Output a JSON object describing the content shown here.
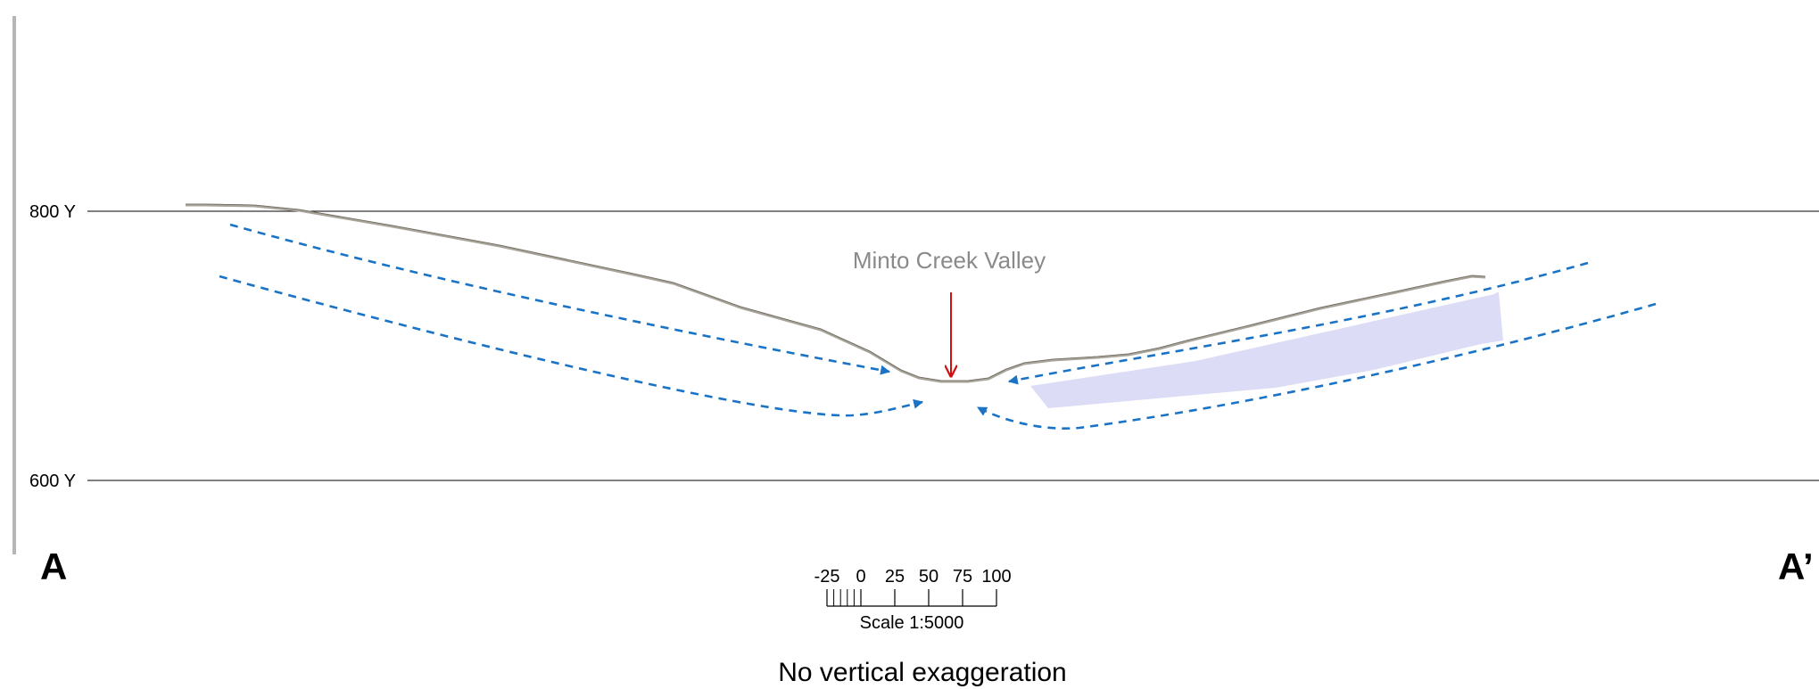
{
  "cross_section": {
    "elevation_lines": [
      {
        "label": "800 Y",
        "elevation": 800
      },
      {
        "label": "600 Y",
        "elevation": 600
      }
    ],
    "feature_label": "Minto Creek Valley",
    "section_start": "A",
    "section_end": "A’",
    "vertical_exaggeration_note": "No vertical exaggeration"
  },
  "scale_bar": {
    "tick_labels": [
      "-25",
      "0",
      "25",
      "50",
      "75",
      "100"
    ],
    "label": "Scale 1:5000"
  },
  "colors": {
    "terrain": "#a8a49a",
    "flow_arrows": "#1a73c5",
    "shaded_unit": "#dcdcf6",
    "pointer_arrow": "#d01010",
    "feature_label": "#8a8a8a",
    "grid_lines": "#000000",
    "left_border": "#b5b5b5"
  }
}
